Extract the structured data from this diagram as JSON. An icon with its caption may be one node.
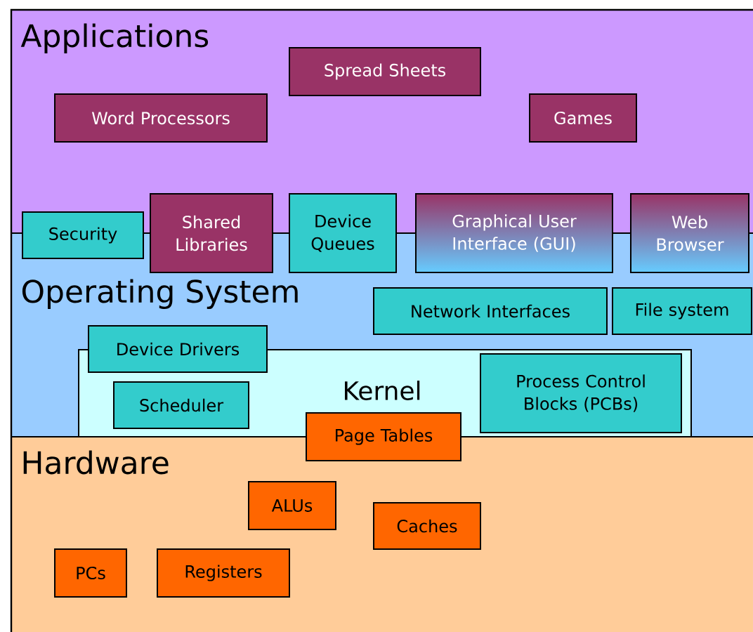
{
  "diagram": {
    "nodes": [
      {
        "text": [
          "Applications"
        ]
      },
      {
        "text": [
          "Spread Sheets"
        ],
        "in": 0
      },
      {
        "text": [
          "Word Processors"
        ],
        "in": 0
      },
      {
        "text": [
          "Games"
        ],
        "in": 0
      },
      {
        "text": [
          "Security"
        ]
      },
      {
        "text": [
          "Shared Libraries"
        ]
      },
      {
        "text": [
          "Device Queues"
        ]
      },
      {
        "text": [
          "Graphical User Interface (GUI)"
        ]
      },
      {
        "text": [
          "Web Browser"
        ]
      },
      {
        "text": [
          "Operating System"
        ]
      },
      {
        "text": [
          "Network Interfaces"
        ],
        "in": 9
      },
      {
        "text": [
          "File system"
        ],
        "in": 9
      },
      {
        "text": [
          "Device Drivers"
        ],
        "in": 9
      },
      {
        "text": [
          "Kernel"
        ],
        "in": 9
      },
      {
        "text": [
          "Scheduler"
        ],
        "in": 13
      },
      {
        "text": [
          "Process Control Blocks (PCBs)"
        ],
        "in": 13
      },
      {
        "text": [
          "Page Tables"
        ]
      },
      {
        "text": [
          "Hardware"
        ]
      },
      {
        "text": [
          "ALUs"
        ],
        "in": 17
      },
      {
        "text": [
          "Caches"
        ],
        "in": 17
      },
      {
        "text": [
          "PCs"
        ],
        "in": 17
      },
      {
        "text": [
          "Registers"
        ],
        "in": 17
      }
    ]
  }
}
